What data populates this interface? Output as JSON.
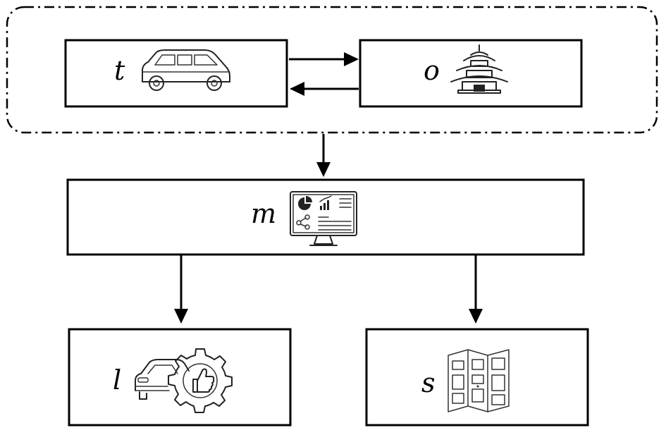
{
  "diagram": {
    "nodes": {
      "t": {
        "label": "t",
        "icon": "car-icon"
      },
      "o": {
        "label": "o",
        "icon": "pagoda-icon"
      },
      "m": {
        "label": "m",
        "icon": "dashboard-monitor-icon"
      },
      "l": {
        "label": "l",
        "icon": "car-gear-thumbs-up-icon"
      },
      "s": {
        "label": "s",
        "icon": "folded-map-icon"
      }
    },
    "edges": [
      {
        "from": "t",
        "to": "o"
      },
      {
        "from": "o",
        "to": "t"
      },
      {
        "from": "t-o-group",
        "to": "m"
      },
      {
        "from": "m",
        "to": "l"
      },
      {
        "from": "m",
        "to": "s"
      }
    ]
  }
}
